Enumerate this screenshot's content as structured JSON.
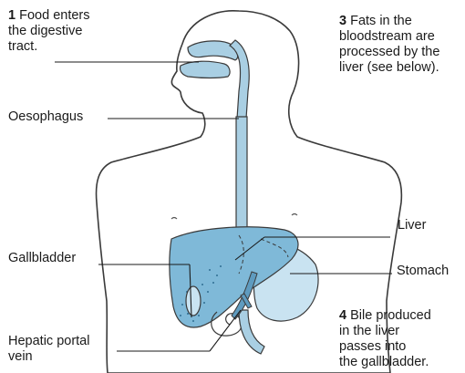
{
  "labels": {
    "step1": {
      "number": "1",
      "lines": [
        "Food enters",
        "the digestive",
        "tract."
      ]
    },
    "step3": {
      "number": "3",
      "lines": [
        "Fats in the",
        "bloodstream are",
        "processed by the",
        "liver (see below)."
      ]
    },
    "oesophagus": "Oesophagus",
    "liver": "Liver",
    "gallbladder": "Gallbladder",
    "stomach": "Stomach",
    "hepatic_portal_vein": {
      "lines": [
        "Hepatic portal",
        "vein"
      ]
    },
    "step4": {
      "number": "4",
      "lines": [
        "Bile produced",
        "in the liver",
        "passes into",
        "the gallbladder."
      ]
    }
  },
  "colors": {
    "skin_fill": "#ffffff",
    "outline": "#3a3a3a",
    "tract": "#a9cfe3",
    "liver": "#7fb9d8",
    "stomach": "#c9e3f1",
    "vessel": "#5f9bbf",
    "leader_line": "#1a1a1a"
  }
}
